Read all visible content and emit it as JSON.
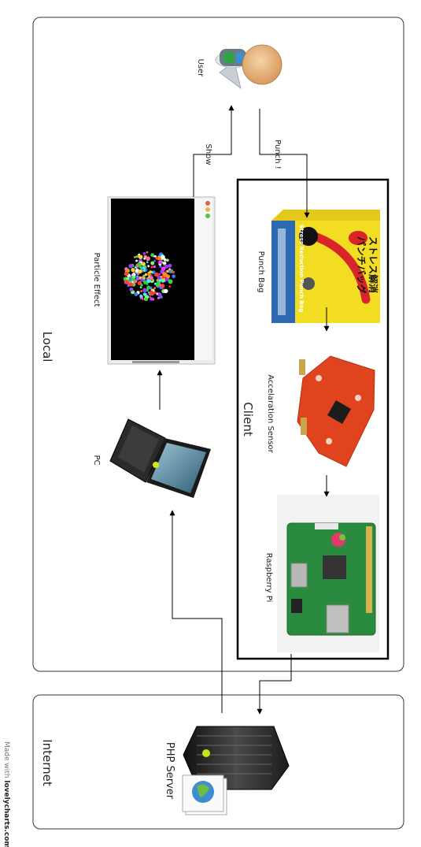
{
  "groups": {
    "local": "Local",
    "client": "Client",
    "internet": "Internet"
  },
  "nodes": {
    "user": "User",
    "punch_bag": "Punch Bag",
    "acceleration_sensor": "Accelaration Sensor",
    "raspberry_pi": "Raspberry Pi",
    "particle_effect": "Particle Effect",
    "pc": "PC",
    "php_server": "PHP Server"
  },
  "edges": {
    "punch": "Punch !",
    "show": "Show"
  },
  "credit": {
    "prefix": "Made with ",
    "brand": "lovelycharts.com"
  },
  "product_box": {
    "line1": "ストレス解消",
    "line2": "パンチバッグ",
    "line3": "Stress Reduction Punch Bag"
  }
}
